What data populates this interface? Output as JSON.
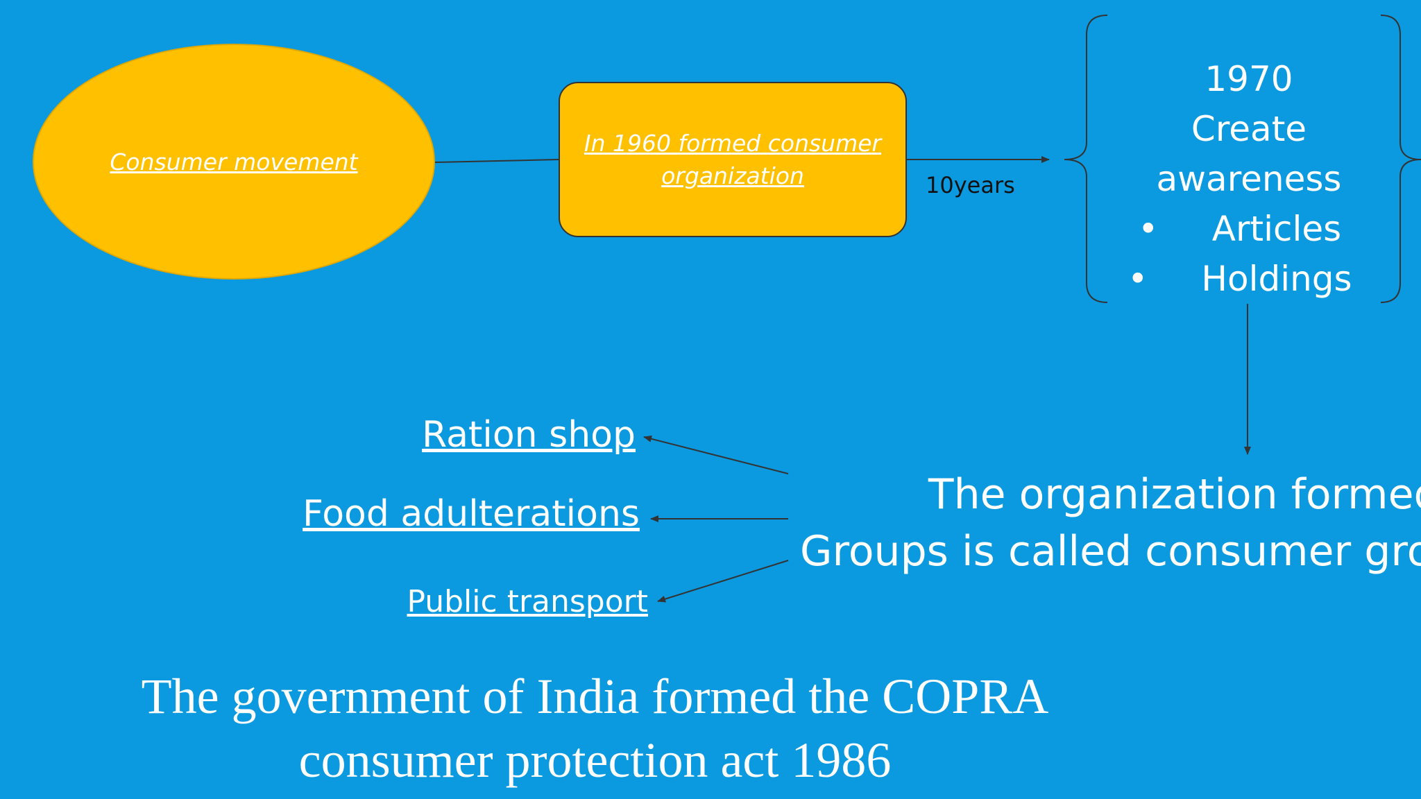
{
  "diagram": {
    "ellipse_label": "Consumer movement",
    "box_label": "In 1960 formed consumer organization",
    "arrow_label": "10years",
    "brace_content": {
      "year": "1970",
      "line1": "Create",
      "line2": "awareness",
      "bullets": [
        "Articles",
        "Holdings"
      ]
    },
    "group_text": {
      "line1": "The organization formed",
      "line2": "Groups is called consumer group"
    },
    "activities": [
      "Ration shop",
      "Food adulterations",
      "Public transport"
    ],
    "bottom_text": {
      "line1": "The government of India formed the COPRA",
      "line2": "consumer protection act 1986"
    }
  },
  "colors": {
    "background": "#0b9ae0",
    "shape_fill": "#ffc000",
    "text": "#ffffff",
    "arrow": "#333333"
  }
}
